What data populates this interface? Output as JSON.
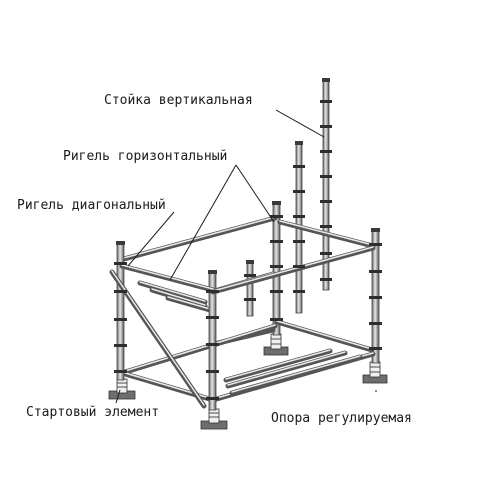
{
  "labels": {
    "vertical_post": "Стойка вертикальная",
    "horizontal_ledger": "Ригель горизонтальный",
    "diagonal_brace": "Ригель диагональный",
    "starter_element": "Стартовый элемент",
    "adjustable_base": "Опора регулируемая"
  },
  "colors": {
    "tube_dark": "#4a4a4a",
    "tube_light": "#d8d8d8",
    "rosette": "#333333",
    "base_plate": "#777777",
    "text": "#1a1a1a"
  }
}
